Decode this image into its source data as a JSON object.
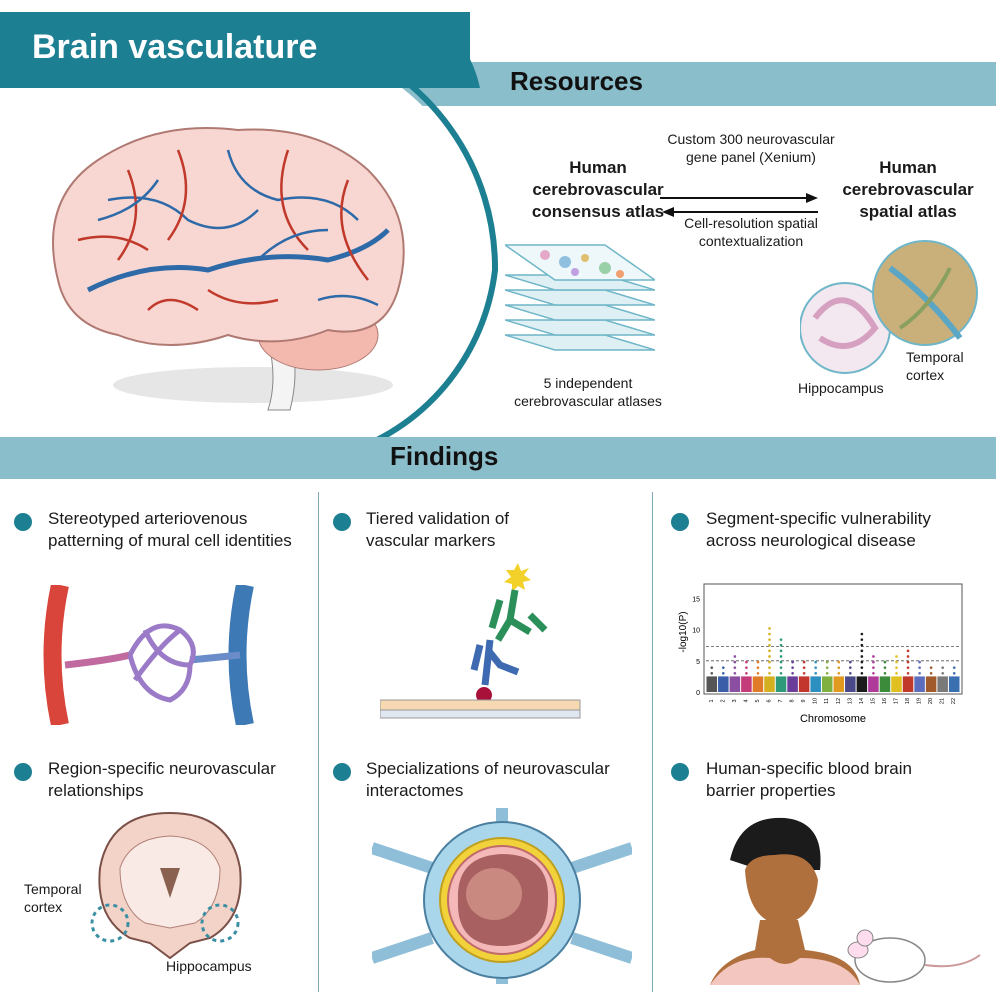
{
  "header": {
    "title": "Brain vasculature"
  },
  "resources": {
    "heading": "Resources",
    "left_atlas": "Human cerebrovascular consensus atlas",
    "right_atlas": "Human cerebrovascular spatial atlas",
    "forward_arrow_label": "Custom 300 neurovascular gene panel (Xenium)",
    "backward_arrow_label": "Cell-resolution spatial contextualization",
    "stack_caption": "5 independent cerebrovascular atlases",
    "hippocampus_label": "Hippocampus",
    "temporal_label": "Temporal cortex"
  },
  "findings": {
    "heading": "Findings",
    "items": [
      {
        "text": "Stereotyped arteriovenous patterning of mural cell identities"
      },
      {
        "text": "Tiered validation of vascular markers"
      },
      {
        "text": "Segment-specific vulnerability across neurological disease"
      },
      {
        "text": "Region-specific neurovascular relationships"
      },
      {
        "text": "Specializations of neurovascular interactomes"
      },
      {
        "text": "Human-specific blood brain barrier properties"
      }
    ],
    "region_labels": {
      "temporal": "Temporal cortex",
      "hippocampus": "Hippocampus"
    }
  },
  "chart_data": {
    "type": "scatter",
    "title": "",
    "xlabel": "Chromosome",
    "ylabel": "-log10(P)",
    "ylim": [
      0,
      17
    ],
    "yticks": [
      0,
      5,
      10,
      15
    ],
    "categories": [
      "1",
      "2",
      "3",
      "4",
      "5",
      "6",
      "7",
      "8",
      "9",
      "10",
      "11",
      "12",
      "13",
      "14",
      "15",
      "16",
      "17",
      "18",
      "19",
      "20",
      "21",
      "22"
    ],
    "peak_values": [
      4,
      4.5,
      6,
      5,
      5.5,
      10.3,
      8.5,
      5,
      5.5,
      5,
      5.5,
      5,
      5,
      10.2,
      6,
      5.5,
      6,
      6.8,
      5.5,
      4.5,
      4,
      4
    ],
    "threshold_lines": [
      7.3,
      5
    ],
    "colors": [
      "#555555",
      "#3a5ea8",
      "#8a4fa0",
      "#c33b78",
      "#e07b2a",
      "#d4b021",
      "#2f9a7a",
      "#6a3d9a",
      "#c2362e",
      "#2d8fbf",
      "#7fb040",
      "#e09a20",
      "#4a4a8a",
      "#1b1b1b",
      "#b03a9a",
      "#3b8b3b",
      "#e0c020",
      "#c0392b",
      "#5d6dbd",
      "#a05a2c",
      "#7a7a7a",
      "#3a70b0"
    ]
  }
}
